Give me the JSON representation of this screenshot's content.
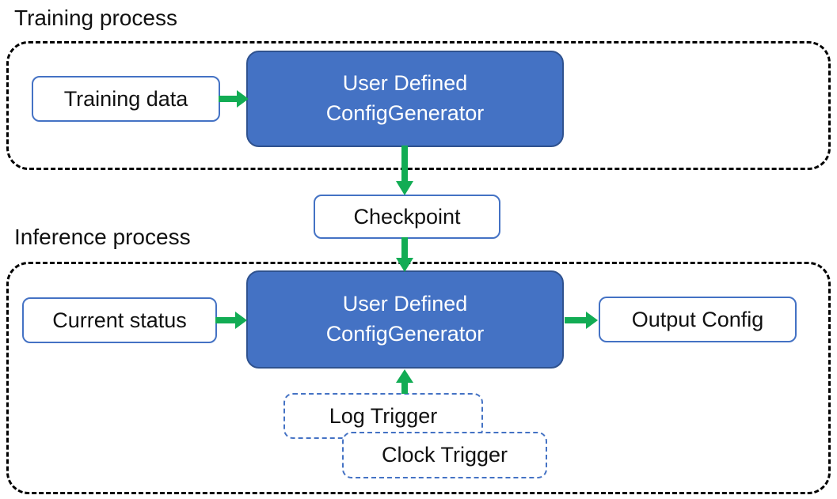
{
  "colors": {
    "box_fill": "#4472C4",
    "box_stroke": "#2F528F",
    "outline_blue": "#4472C4",
    "arrow_green": "#12AC54",
    "container_dash": "#000000",
    "text_dark": "#111111",
    "text_light": "#FFFFFF"
  },
  "training": {
    "label": "Training process",
    "input": "Training data",
    "generator": {
      "line1": "User Defined",
      "line2": "ConfigGenerator"
    }
  },
  "checkpoint": {
    "label": "Checkpoint"
  },
  "inference": {
    "label": "Inference process",
    "input": "Current status",
    "generator": {
      "line1": "User Defined",
      "line2": "ConfigGenerator"
    },
    "output": "Output Config",
    "triggers": [
      {
        "label": "Log Trigger"
      },
      {
        "label": "Clock Trigger"
      }
    ]
  }
}
